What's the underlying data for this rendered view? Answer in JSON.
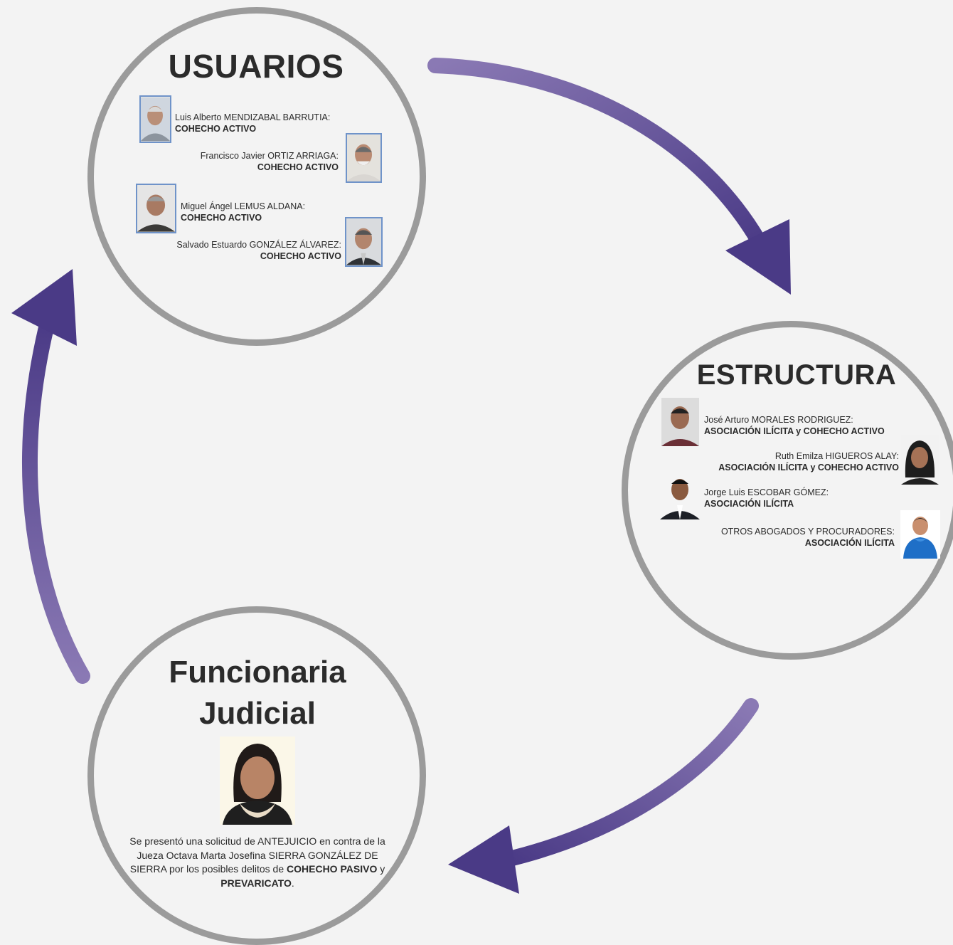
{
  "colors": {
    "background": "#f3f3f3",
    "circle_border": "#9b9b9b",
    "arrow_dark": "#4a3a86",
    "arrow_light": "#8a79b4"
  },
  "usuarios": {
    "title": "USUARIOS",
    "members": [
      {
        "name": "Luis Alberto MENDIZABAL BARRUTIA:",
        "crime": "COHECHO ACTIVO"
      },
      {
        "name": "Francisco Javier ORTIZ ARRIAGA:",
        "crime": "COHECHO ACTIVO"
      },
      {
        "name": "Miguel Ángel LEMUS ALDANA:",
        "crime": "COHECHO ACTIVO"
      },
      {
        "name": "Salvado Estuardo GONZÁLEZ ÁLVAREZ:",
        "crime": "COHECHO ACTIVO"
      }
    ]
  },
  "estructura": {
    "title": "ESTRUCTURA",
    "members": [
      {
        "name": "José Arturo MORALES RODRIGUEZ:",
        "crime": "ASOCIACIÓN ILÍCITA y  COHECHO ACTIVO"
      },
      {
        "name": "Ruth Emilza HIGUEROS ALAY:",
        "crime": "ASOCIACIÓN ILÍCITA y COHECHO ACTIVO"
      },
      {
        "name": "Jorge Luis ESCOBAR GÓMEZ:",
        "crime": "ASOCIACIÓN ILÍCITA"
      },
      {
        "name": "OTROS ABOGADOS Y PROCURADORES:",
        "crime": "ASOCIACIÓN ILÍCITA"
      }
    ]
  },
  "funcionaria": {
    "title_line1": "Funcionaria",
    "title_line2": "Judicial",
    "text_part1": "Se presentó una solicitud de ANTEJUICIO en contra de la Jueza Octava Marta Josefina SIERRA GONZÁLEZ DE SIERRA por los posibles delitos de ",
    "crime1": "COHECHO PASIVO",
    "text_part2": " y ",
    "crime2": "PREVARICATO",
    "text_part3": "."
  }
}
